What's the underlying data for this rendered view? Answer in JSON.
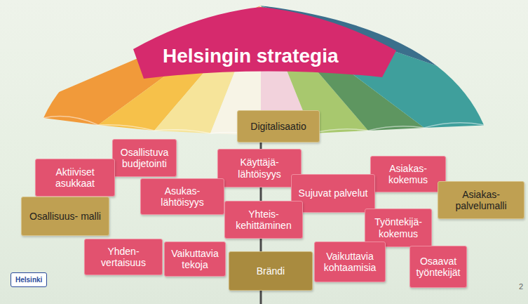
{
  "diagram": {
    "title": "Helsingin strategia",
    "nodes": [
      {
        "text": [
          "Digitalisaatio"
        ]
      },
      {
        "text": [
          "Osallistuva budjetointi"
        ]
      },
      {
        "text": [
          "Käyttäjä- lähtöisyys"
        ]
      },
      {
        "text": [
          "Asiakas- kokemus"
        ]
      },
      {
        "text": [
          "Aktiiviset asukkaat"
        ]
      },
      {
        "text": [
          "Asukas- lähtöisyys"
        ]
      },
      {
        "text": [
          "Sujuvat palvelut"
        ]
      },
      {
        "text": [
          "Asiakas- palvelumalli"
        ]
      },
      {
        "text": [
          "Osallisuus- malli"
        ]
      },
      {
        "text": [
          "Yhteis- kehittäminen"
        ]
      },
      {
        "text": [
          "Työntekijä- kokemus"
        ]
      },
      {
        "text": [
          "Yhden- vertaisuus"
        ]
      },
      {
        "text": [
          "Vaikuttavia tekoja"
        ]
      },
      {
        "text": [
          "Brändi"
        ]
      },
      {
        "text": [
          "Vaikuttavia kohtaamisia"
        ]
      },
      {
        "text": [
          "Osaavat työntekijät"
        ]
      }
    ],
    "labels": [
      "Helsinki",
      "2"
    ]
  }
}
